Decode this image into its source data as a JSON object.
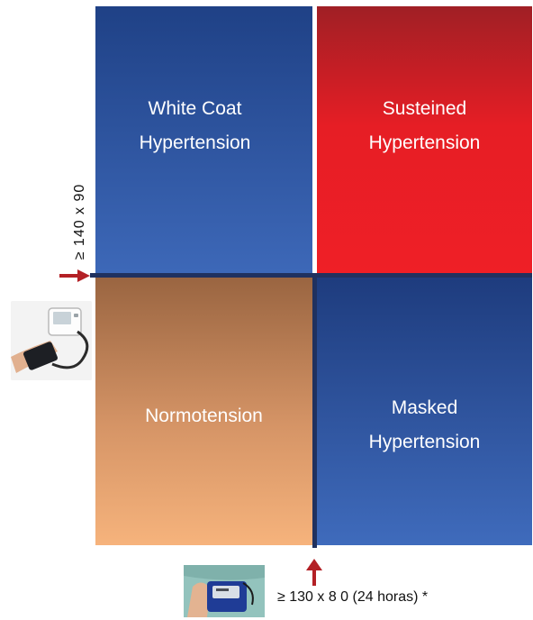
{
  "quadrants": {
    "top_left": {
      "line1": "White Coat",
      "line2": "Hypertension"
    },
    "top_right": {
      "line1": "Susteined",
      "line2": "Hypertension"
    },
    "bottom_left": {
      "line1": "Normotension"
    },
    "bottom_right": {
      "line1": "Masked",
      "line2": "Hypertension"
    }
  },
  "y_axis": {
    "threshold": "≥ 140 x 90",
    "device_icon": "arm-cuff-blood-pressure-monitor-icon"
  },
  "x_axis": {
    "threshold": "≥ 130 x 8 0 (24 horas) *",
    "device_icon": "ambulatory-blood-pressure-monitor-icon"
  },
  "colors": {
    "white_coat": "#2f56a3",
    "susteined": "#e61e25",
    "normotension": "#f6b37c",
    "masked": "#2f56a3",
    "arrow": "#b32025",
    "divider": "#20315f"
  }
}
